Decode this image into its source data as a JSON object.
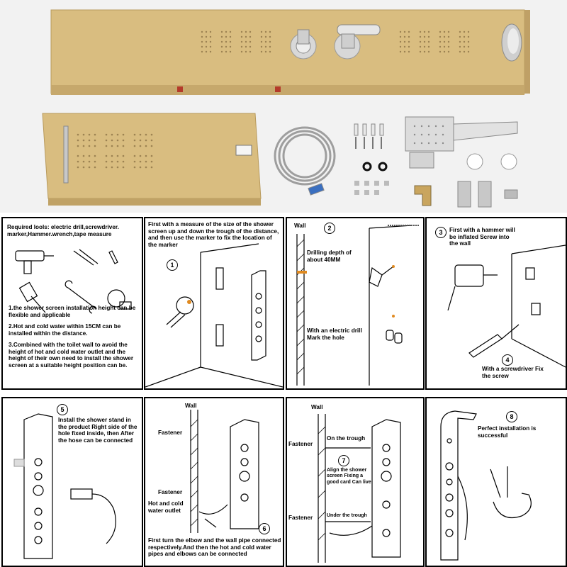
{
  "colors": {
    "gold_panel": "#d6b878",
    "gold_dark": "#b89a5c",
    "chrome": "#c8c8c8",
    "background": "#f2f2f2",
    "outline": "#000000"
  },
  "panels": {
    "tools": {
      "heading": "Required lools: electric drill,screwdriver. marker,Hammer.wrench,tape measure",
      "note1": "1.the shower screen installation height can be flexible and applicable",
      "note2": "2.Hot and cold water within 15CM can be installed within the distance.",
      "note3": "3.Combined with the toilet wall to avoid the height of hot and cold water outlet and the height of their own need to install the shower screen at a suitable height position can be."
    },
    "step1": {
      "number": "1",
      "text": "First with a measure of the size of the shower screen up and down the trough of the distance, and then use the marker to fix the location of the marker"
    },
    "step2": {
      "number": "2",
      "wall": "Wall",
      "drill_depth": "Drilling depth of about 40MM",
      "text": "With an electric drill Mark the hole"
    },
    "step3": {
      "number": "3",
      "text": "First with a hammer will be inflated Screw into the wall"
    },
    "step4": {
      "number": "4",
      "text": "With a screwdriver Fix the screw"
    },
    "step5": {
      "number": "5",
      "text": "Install the shower stand in the product Right side of the hole fixed inside, then After the hose can be connected"
    },
    "step6": {
      "number": "6",
      "wall": "Wall",
      "fastener1": "Fastener",
      "fastener2": "Fastener",
      "outlet": "Hot and cold water outlet",
      "text": "First turn the elbow and the wall pipe connected respectively.And then the hot and cold water pipes and elbows can be connected"
    },
    "step7": {
      "number": "7",
      "wall": "Wall",
      "fastener1": "Fastener",
      "fastener2": "Fastener",
      "on_trough": "On the trough",
      "align": "Align the shower screen Fixing a good card Can live",
      "under_trough": "Under the trough"
    },
    "step8": {
      "number": "8",
      "text": "Perfect installation is successful"
    }
  }
}
